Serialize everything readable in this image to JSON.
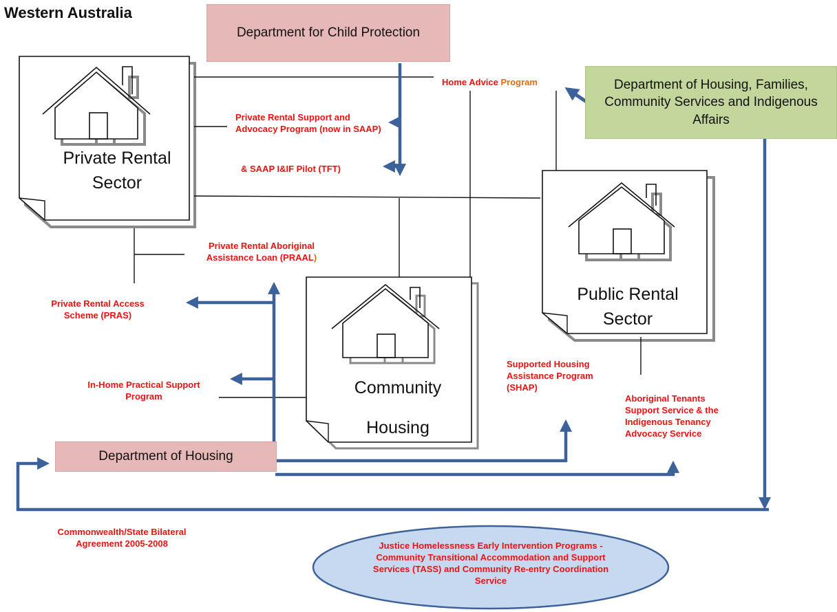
{
  "title": "Western Australia",
  "agencies": {
    "child_protection": "Department for Child Protection",
    "housing_families": "Department of Housing, Families, Community Services and Indigenous Affairs",
    "housing": "Department of Housing"
  },
  "sectors": {
    "private": "Private Rental Sector",
    "public": "Public Rental Sector",
    "community_line1": "Community",
    "community_line2": "Housing"
  },
  "programs": {
    "home_advice_part1": "Home Advice ",
    "home_advice_part2": "Program",
    "prsap": "Private Rental Support and Advocacy Program (now  in SAAP)",
    "saap_pilot": "& SAAP I&IF Pilot (TFT)",
    "praal_part1": "Private Rental Aboriginal Assistance Loan (PRAAL",
    "praal_part2": ")",
    "pras": "Private Rental Access Scheme (PRAS)",
    "in_home": "In-Home Practical Support Program",
    "shap": "Supported Housing Assistance Program (SHAP)",
    "atss": "Aboriginal Tenants Support Service & the Indigenous Tenancy Advocacy Service",
    "bilateral": "Commonwealth/State Bilateral Agreement 2005-2008",
    "justice": "Justice Homelessness Early Intervention Programs - Community Transitional Accommodation and Support Services (TASS) and Community Re-entry Coordination Service"
  },
  "colors": {
    "arrow": "#3c6299",
    "pink_box": "#e6b8b7",
    "green_box": "#c3d69b",
    "ellipse_fill": "#c6d9f1",
    "program_text": "#ee1111"
  },
  "icons": [
    "house-icon",
    "document-page-icon",
    "arrow-icon"
  ]
}
